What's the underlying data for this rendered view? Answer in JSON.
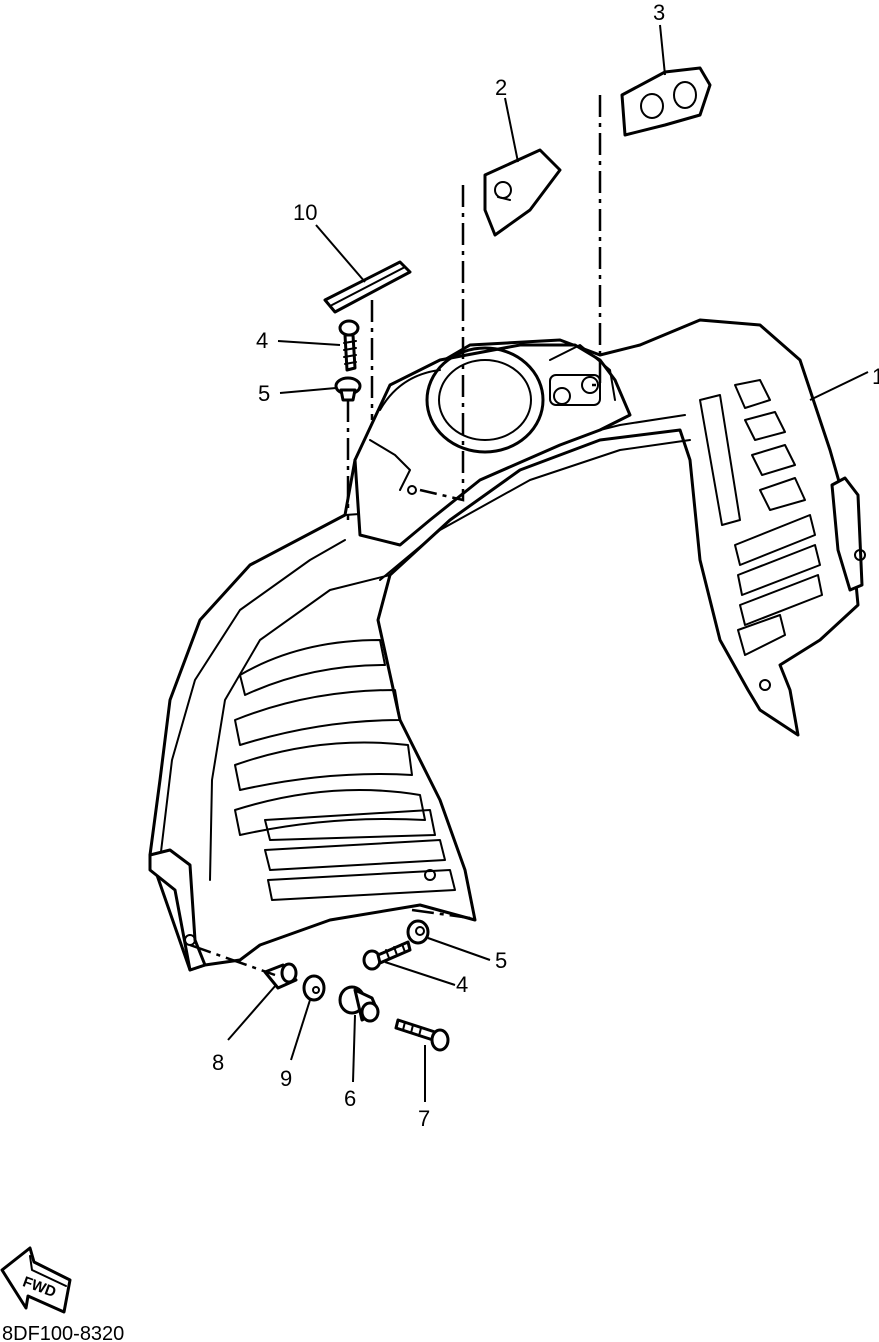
{
  "callouts": {
    "c1": "1",
    "c2": "2",
    "c3": "3",
    "c4a": "4",
    "c4b": "4",
    "c5a": "5",
    "c5b": "5",
    "c6": "6",
    "c7": "7",
    "c8": "8",
    "c9": "9",
    "c10": "10"
  },
  "fwd_label": "FWD",
  "diagram_code": "8DF100-8320"
}
